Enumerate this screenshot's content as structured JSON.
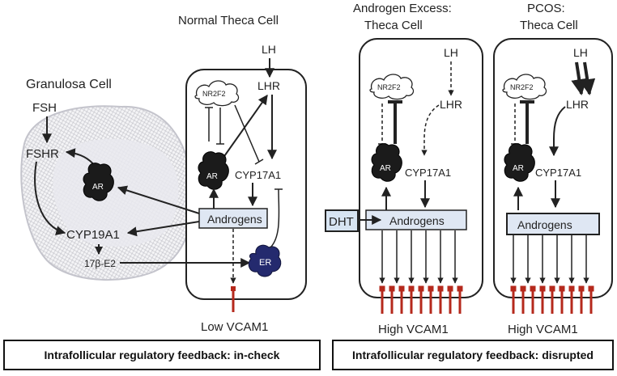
{
  "panels": {
    "granulosa": {
      "title": "Granulosa Cell",
      "fsh": "FSH",
      "fshr": "FSHR",
      "ar": "AR",
      "cyp19a1": "CYP19A1",
      "e2": "17β-E2"
    },
    "normal": {
      "title": "Normal Theca Cell",
      "lh": "LH",
      "lhr": "LHR",
      "nr2f2": "NR2F2",
      "ar": "AR",
      "cyp17a1": "CYP17A1",
      "androgens": "Androgens",
      "er": "ER",
      "vcam": "Low VCAM1"
    },
    "excess": {
      "title_line1": "Androgen Excess:",
      "title_line2": "Theca Cell",
      "lh": "LH",
      "lhr": "LHR",
      "nr2f2": "NR2F2",
      "ar": "AR",
      "cyp17a1": "CYP17A1",
      "androgens": "Androgens",
      "dht": "DHT",
      "vcam": "High VCAM1"
    },
    "pcos": {
      "title_line1": "PCOS:",
      "title_line2": "Theca Cell",
      "lh": "LH",
      "lhr": "LHR",
      "nr2f2": "NR2F2",
      "ar": "AR",
      "cyp17a1": "CYP17A1",
      "androgens": "Androgens",
      "vcam": "High VCAM1"
    }
  },
  "footer": {
    "left": "Intrafollicular regulatory feedback: in-check",
    "right": "Intrafollicular regulatory feedback: disrupted"
  },
  "colors": {
    "androgen_box": "#dfe7f3",
    "dht_box": "#d7e4f2",
    "vcam_red": "#b5291c",
    "er_blue": "#242a6e",
    "ar_dark": "#1b1b1b"
  }
}
